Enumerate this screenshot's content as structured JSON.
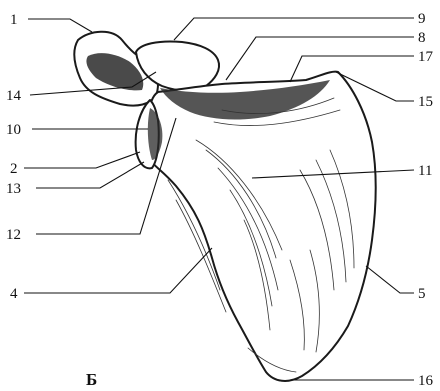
{
  "figure": {
    "panel_letter": "Б",
    "labels": {
      "n1": "1",
      "n2": "2",
      "n4": "4",
      "n5": "5",
      "n8": "8",
      "n9": "9",
      "n10": "10",
      "n11": "11",
      "n12": "12",
      "n13": "13",
      "n14": "14",
      "n15": "15",
      "n16": "16",
      "n17": "17"
    }
  }
}
